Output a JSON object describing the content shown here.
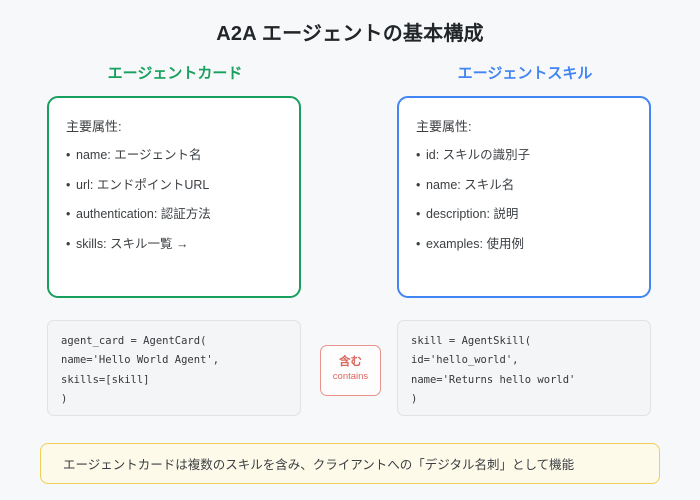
{
  "page": {
    "title_prefix": "A2A",
    "title_rest": " エージェントの基本構成",
    "background_color": "#f7f8fa"
  },
  "columns": {
    "left": {
      "header": "エージェントカード",
      "accent_color": "#17a05d",
      "card": {
        "heading": "主要属性:",
        "attributes": [
          "name: エージェント名",
          "url: エンドポイントURL",
          "authentication: 認証方法",
          "skills: スキル一覧 →"
        ]
      },
      "code": "agent_card = AgentCard(\nname='Hello World Agent',\nskills=[skill]\n)"
    },
    "right": {
      "header": "エージェントスキル",
      "accent_color": "#4285f4",
      "card": {
        "heading": "主要属性:",
        "attributes": [
          "id: スキルの識別子",
          "name: スキル名",
          "description: 説明",
          "examples: 使用例"
        ]
      },
      "code": "skill = AgentSkill(\nid='hello_world',\nname='Returns hello world'\n)"
    }
  },
  "relation": {
    "label_jp": "含む",
    "label_en": "contains",
    "color": "#d9685f"
  },
  "banner": {
    "text": "エージェントカードは複数のスキルを含み、クライアントへの「デジタル名刺」として機能",
    "border_color": "#f0ce5a",
    "background_color": "#fdfaea"
  }
}
